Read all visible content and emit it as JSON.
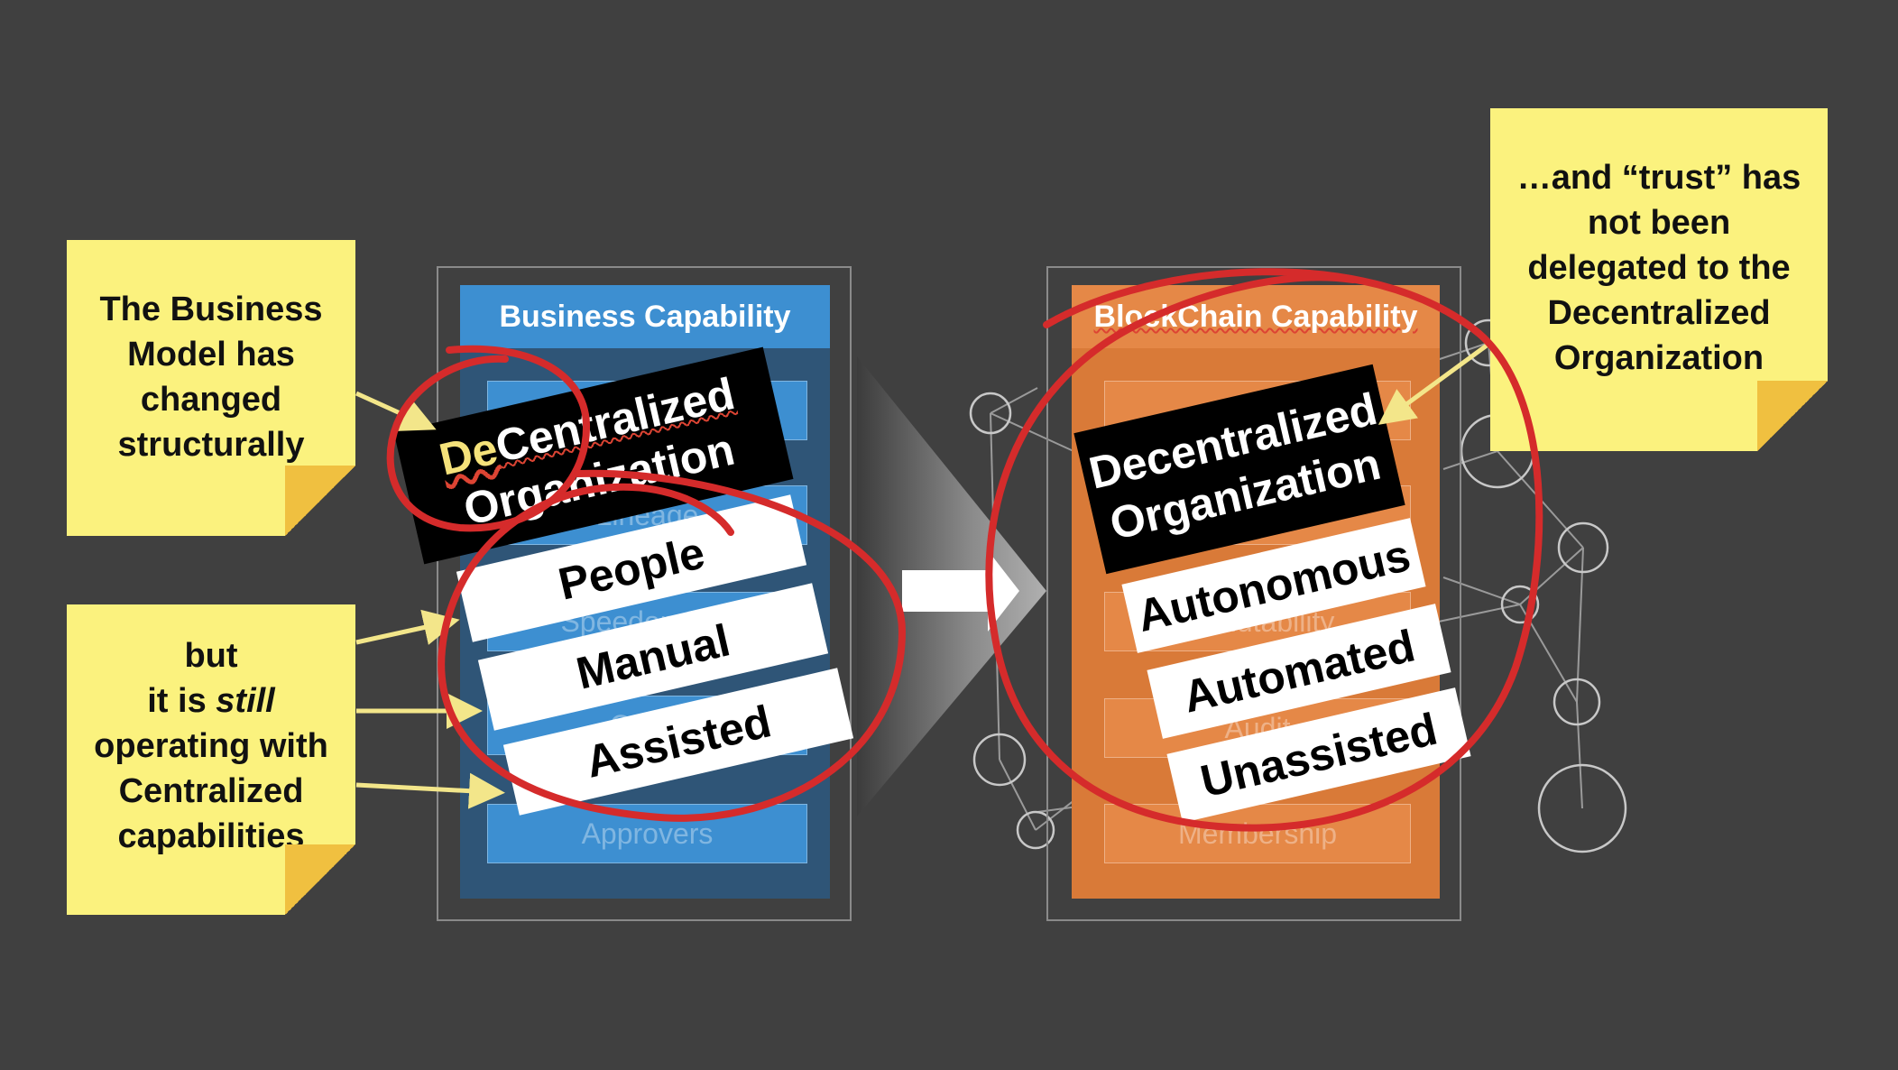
{
  "notes": {
    "left_top": [
      "The Business",
      "Model has",
      "changed",
      "structurally"
    ],
    "left_bottom": {
      "line1": "but",
      "line2_a": "it is ",
      "line2_b": "still",
      "line3": "operating with",
      "line4": "Centralized",
      "line5": "capabilities"
    },
    "right": [
      "…and “trust” has",
      "not been",
      "delegated to the",
      "Decentralized",
      "Organization"
    ]
  },
  "business": {
    "title": "Business Capability",
    "rows": [
      "",
      "Lineage",
      "Speedometer",
      "Office",
      "Approvers"
    ],
    "label_de": "De",
    "label_centralized": "Centralized",
    "label_org": "Organization",
    "tags": [
      "People",
      "Manual",
      "Assisted"
    ]
  },
  "blockchain": {
    "title": "BlockChain Capability",
    "rows": [
      "",
      "",
      "Immutability",
      "Audit",
      "Membership"
    ],
    "label_line1": "Decentralized",
    "label_line2": "Organization",
    "tags": [
      "Autonomous",
      "Automated",
      "Unassisted"
    ]
  },
  "colors": {
    "background": "#404040",
    "note": "#fbf27e",
    "note_fold": "#f0c040",
    "business": "#3d8fd1",
    "blockchain": "#e0823e",
    "circle": "#d52b2b",
    "arrow": "#f3e68a"
  }
}
